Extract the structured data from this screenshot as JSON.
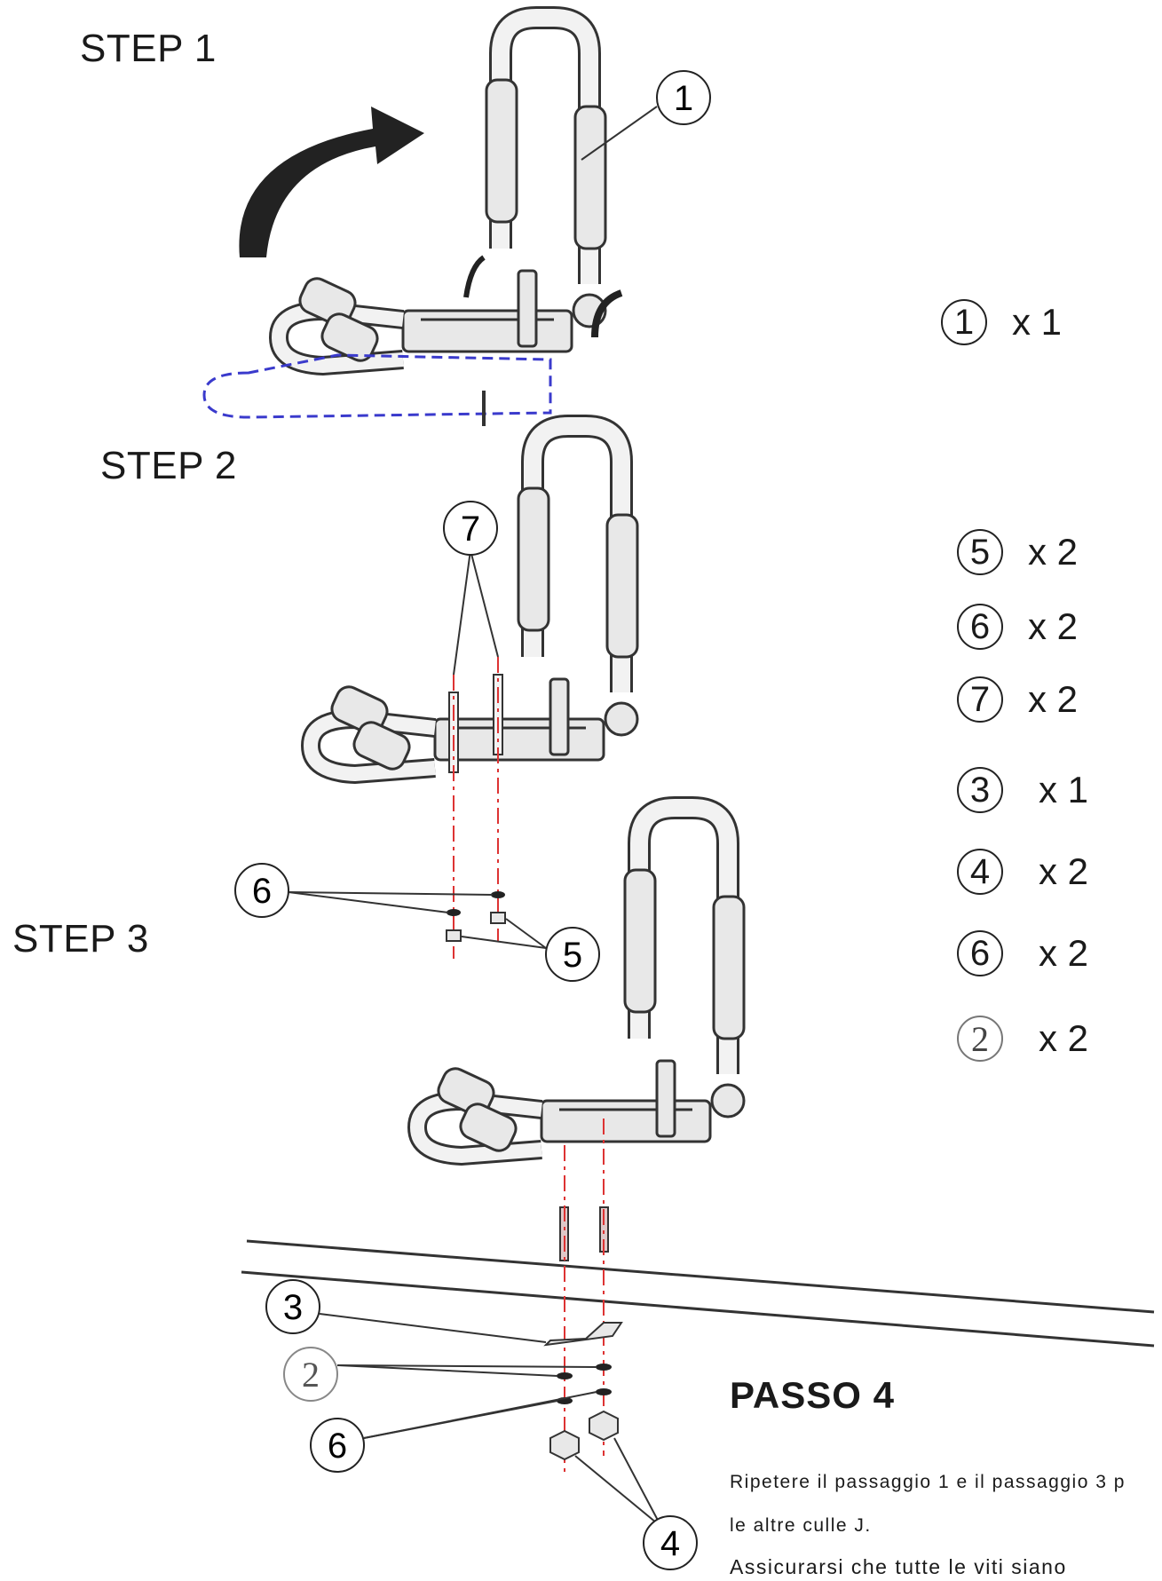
{
  "steps": {
    "step1": "STEP 1",
    "step2": "STEP 2",
    "step3": "STEP 3",
    "passo4": "PASSO 4"
  },
  "parts_group_1": [
    {
      "part": "1",
      "qty": "x 1"
    }
  ],
  "parts_group_2": [
    {
      "part": "5",
      "qty": "x 2"
    },
    {
      "part": "6",
      "qty": "x 2"
    },
    {
      "part": "7",
      "qty": "x 2"
    },
    {
      "part": "3",
      "qty": "x 1"
    },
    {
      "part": "4",
      "qty": "x 2"
    },
    {
      "part": "6",
      "qty": "x 2"
    },
    {
      "part": "2",
      "qty": "x 2"
    }
  ],
  "callouts": {
    "step1_part": "1",
    "step2_bolt": "7",
    "step2_washer": "6",
    "step2_nut": "5",
    "step3_plate": "3",
    "step3_washer_a": "2",
    "step3_washer_b": "6",
    "step3_nut": "4"
  },
  "instructions": {
    "line1": "Ripetere il passaggio 1 e il passaggio 3 p",
    "line2": "le altre culle J.",
    "line3": "Assicurarsi che tutte le viti siano"
  }
}
